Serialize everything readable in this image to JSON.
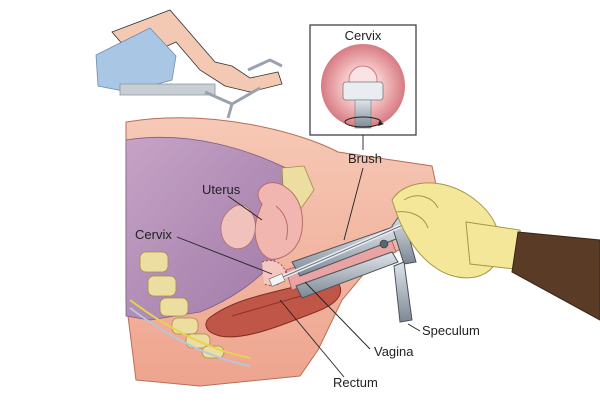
{
  "inset": {
    "title": "Cervix"
  },
  "labels": {
    "brush": "Brush",
    "uterus": "Uterus",
    "cervix": "Cervix",
    "speculum": "Speculum",
    "vagina": "Vagina",
    "rectum": "Rectum"
  },
  "colors": {
    "outline": "#222222",
    "skin": "#f2b9a6",
    "tissue_pink": "#e9a3a3",
    "pelvic_purple": "#b98fb6",
    "bone": "#e8d79a",
    "rectum_red": "#b94a3c",
    "glove": "#f4e79a",
    "instrument": "#9aa3ad"
  }
}
